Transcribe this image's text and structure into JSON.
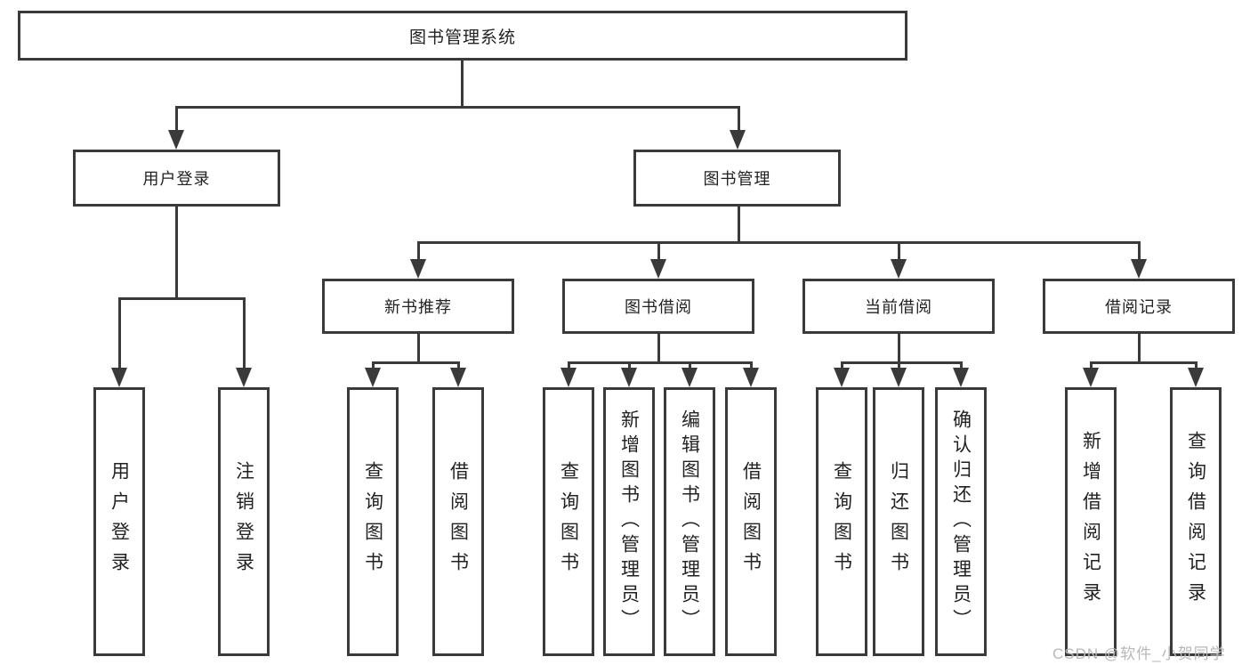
{
  "diagram": {
    "root_label": "图书管理系统",
    "branches": [
      {
        "label": "用户登录",
        "children": [
          "用户登录",
          "注销登录"
        ]
      },
      {
        "label": "图书管理",
        "children": [
          {
            "label": "新书推荐",
            "children": [
              "查询图书",
              "借阅图书"
            ]
          },
          {
            "label": "图书借阅",
            "children": [
              "查询图书",
              "新增图书（管理员）",
              "编辑图书（管理员）",
              "借阅图书"
            ]
          },
          {
            "label": "当前借阅",
            "children": [
              "查询图书",
              "归还图书",
              "确认归还（管理员）"
            ]
          },
          {
            "label": "借阅记录",
            "children": [
              "新增借阅记录",
              "查询借阅记录"
            ]
          }
        ]
      }
    ]
  },
  "watermark": {
    "text": "CSDN @软件_小贺同学",
    "color": "#b8b8b8"
  },
  "colors": {
    "line": "#3a3a3a",
    "text": "#222222",
    "background": "#ffffff"
  }
}
